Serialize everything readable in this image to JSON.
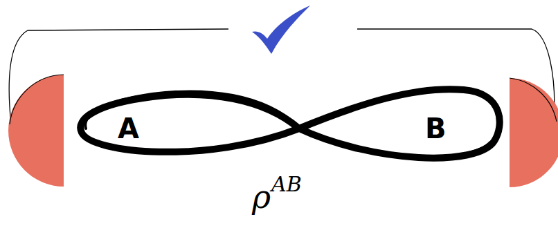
{
  "diagram": {
    "labels": [
      "A",
      "B",
      "ρ",
      "AB"
    ]
  }
}
